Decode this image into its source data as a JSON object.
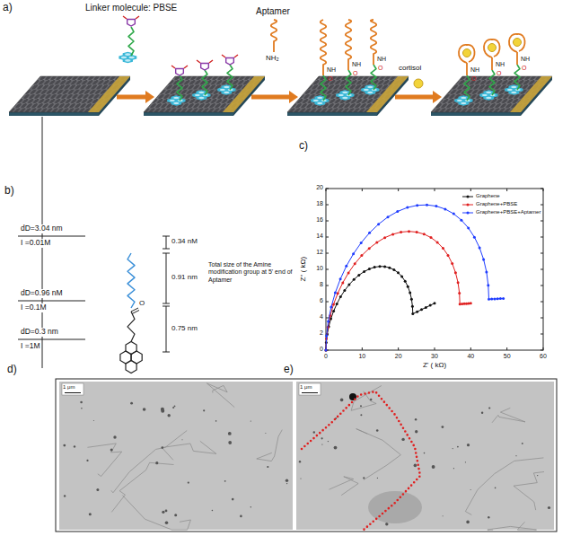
{
  "diagram": {
    "labels": [
      "a)",
      "Linker molecule: PBSE",
      "Aptamer",
      "NH₂",
      "cortisol",
      "NH",
      "O",
      "NH",
      "O",
      "NH",
      "O",
      "NH",
      "O",
      "NH",
      "O",
      "NH",
      "O",
      "b)",
      "dD=3.04 nm",
      "I =0.01M",
      "0.34 nM",
      "dD=0.96 nM",
      "I =0.1M",
      "0.91 nm",
      "Total size of the Amine modification group at 5' end of Aptamer",
      "0.75 nm",
      "O",
      "dD=0.3 nm",
      "I =1M",
      "c)",
      "Z'' ( kΩ)",
      "Z' ( kΩ)",
      "0",
      "2",
      "4",
      "6",
      "8",
      "10",
      "12",
      "14",
      "16",
      "18",
      "20",
      "0",
      "10",
      "20",
      "30",
      "40",
      "50",
      "60",
      "d)",
      "e)",
      "1 μm",
      "1 μm"
    ],
    "legend": [
      {
        "text": "Graphene"
      },
      {
        "text": "Graphene+PBSE"
      },
      {
        "text": "Graphene+PBSE+Aptamer"
      }
    ]
  }
}
